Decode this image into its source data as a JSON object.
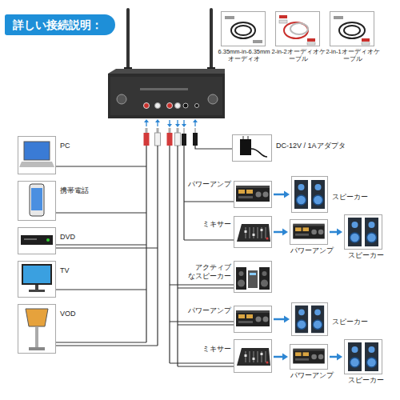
{
  "diagram": {
    "title": "詳しい接続説明：",
    "nodes": [
      {
        "text": [
          "6.35mm-in-6.35mm オーディオ"
        ]
      },
      {
        "text": [
          "2-in-2オーディオケーブル"
        ]
      },
      {
        "text": [
          "2-in-1オーディオケーブル"
        ]
      },
      {
        "text": [
          "PC"
        ]
      },
      {
        "text": [
          "携帯電話"
        ]
      },
      {
        "text": [
          "DVD"
        ]
      },
      {
        "text": [
          "TV"
        ]
      },
      {
        "text": [
          "VOD"
        ]
      },
      {
        "text": [
          "DC-12V / 1Aアダプタ"
        ]
      },
      {
        "text": [
          "パワーアンプ"
        ]
      },
      {
        "text": [
          "スピーカー"
        ]
      },
      {
        "text": [
          "ミキサー"
        ]
      },
      {
        "text": [
          "パワーアンプ"
        ]
      },
      {
        "text": [
          "スピーカー"
        ]
      },
      {
        "text": [
          "アクティブ なスピーカー"
        ]
      },
      {
        "text": [
          "パワーアンプ"
        ]
      },
      {
        "text": [
          "スピーカー"
        ]
      },
      {
        "text": [
          "ミキサー"
        ]
      },
      {
        "text": [
          "パワーアンプ"
        ]
      },
      {
        "text": [
          "スピーカー"
        ]
      }
    ],
    "edges": [
      {
        "from": 9,
        "to": 10,
        "arrow": "to"
      },
      {
        "from": 11,
        "to": 12,
        "arrow": "to"
      },
      {
        "from": 12,
        "to": 13,
        "arrow": "to"
      },
      {
        "from": 15,
        "to": 16,
        "arrow": "to"
      },
      {
        "from": 17,
        "to": 18,
        "arrow": "to"
      },
      {
        "from": 18,
        "to": 19,
        "arrow": "to"
      }
    ]
  }
}
